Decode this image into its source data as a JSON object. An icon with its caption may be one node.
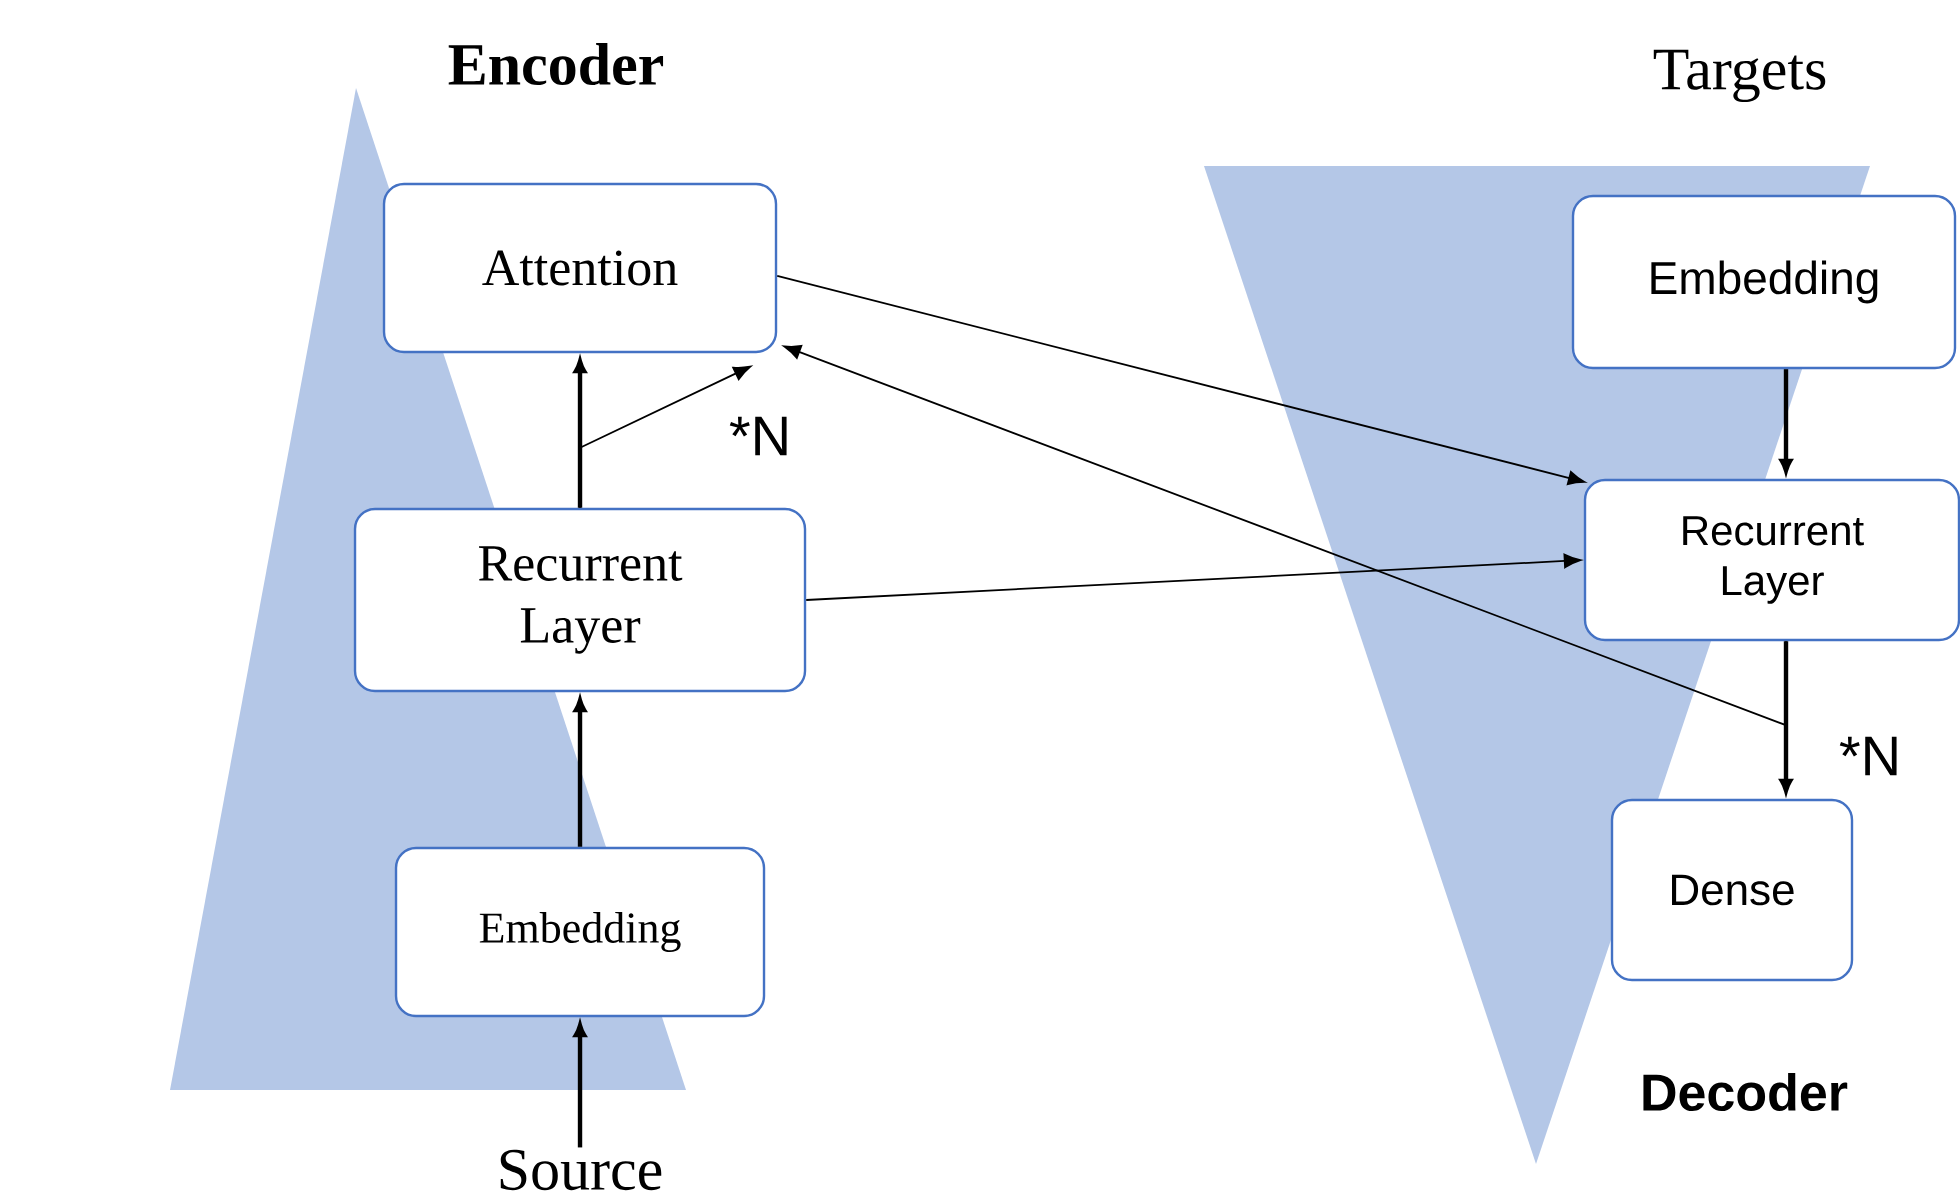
{
  "diagram": {
    "nodes": [
      {
        "text": [
          "Attention"
        ]
      },
      {
        "text": [
          "Recurrent Layer"
        ]
      },
      {
        "text": [
          "Embedding"
        ]
      },
      {
        "text": [
          "Source"
        ]
      },
      {
        "text": [
          "Embedding"
        ]
      },
      {
        "text": [
          "Recurrent Layer"
        ]
      },
      {
        "text": [
          "Dense"
        ]
      }
    ],
    "edges": [
      {
        "from": 3,
        "to": 2,
        "arrow": "to"
      },
      {
        "from": 2,
        "to": 1,
        "arrow": "to"
      },
      {
        "from": 1,
        "to": 0,
        "arrow": "to"
      },
      {
        "from": 1,
        "to": 0,
        "arrow": "to"
      },
      {
        "from": 0,
        "to": 5,
        "arrow": "to"
      },
      {
        "from": 1,
        "to": 5,
        "arrow": "to"
      },
      {
        "from": 4,
        "to": 5,
        "arrow": "to"
      },
      {
        "from": 5,
        "to": 6,
        "arrow": "to"
      },
      {
        "from": 5,
        "to": 0,
        "arrow": "to"
      }
    ],
    "labels": [
      "Encoder",
      "Targets",
      "*N",
      "*N",
      "Decoder"
    ]
  }
}
